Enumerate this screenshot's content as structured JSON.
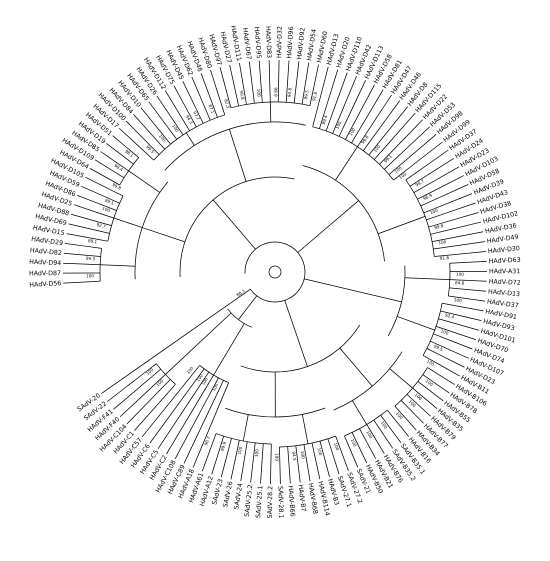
{
  "tree": {
    "leaves": [
      "HAdV-D56",
      "HAdV-D87",
      "HAdV-D94",
      "HAdV-D82",
      "HAdV-D29",
      "HAdV-D15",
      "HAdV-D69",
      "HAdV-D88",
      "HAdV-D25",
      "HAdV-D86",
      "HAdV-D59",
      "HAdV-D105",
      "HAdV-D64",
      "HAdV-D109",
      "HAdV-D85",
      "HAdV-D19",
      "HAdV-D51",
      "HAdV-D17",
      "HAdV-D100",
      "HAdV-D84",
      "HAdV-D10",
      "HAdV-D65",
      "HAdV-D26",
      "HAdV-D112",
      "HAdV-D75",
      "HAdV-D45",
      "HAdV-D62",
      "HAdV-D48",
      "HAdV-D80",
      "HAdV-D97",
      "HAdV-D27",
      "HAdV-D111",
      "HAdV-D67",
      "HAdV-D95",
      "HAdV-D83",
      "HAdV-D32",
      "HAdV-D96",
      "HAdV-D92",
      "HAdV-D54",
      "HAdV-D60",
      "HAdV-D13",
      "HAdV-D20",
      "HAdV-D110",
      "HAdV-D42",
      "HAdV-D113",
      "HAdV-D58",
      "HAdV-D81",
      "HAdV-D47",
      "HAdV-D46",
      "HAdV-D8",
      "HAdV-D115",
      "HAdV-D22",
      "HAdV-D53",
      "HAdV-D98",
      "HAdV-D99",
      "HAdV-D37",
      "HAdV-D24",
      "HAdV-D23",
      "HAdV-D103",
      "HAdV-D58",
      "HAdV-D39",
      "HAdV-D43",
      "HAdV-D38",
      "HAdV-D102",
      "HAdV-D36",
      "HAdV-D49",
      "HAdV-D30",
      "HAdV-D63",
      "HAdV-A31",
      "HAdV-D72",
      "HAdV-D13",
      "HAdV-D37",
      "HAdV-D91",
      "HAdV-D93",
      "HAdV-D101",
      "HAdV-D70",
      "HAdV-D74",
      "HAdV-D107",
      "HAdV-D23",
      "HAdV-B11",
      "HAdV-B106",
      "HAdV-B78",
      "HAdV-B55",
      "HAdV-B35",
      "HAdV-B79",
      "HAdV-B77",
      "HAdV-B34",
      "HAdV-B16",
      "SAdV-B35.1",
      "SAdV-B35.2",
      "HAdV-B76",
      "HAdV-B21",
      "HAdV-B50",
      "SAdV-21",
      "SAdV-27.2",
      "SAdV-27.1",
      "HAdV-B3",
      "HAdV-B114",
      "HAdV-B68",
      "HAdV-B7",
      "HAdV-B66",
      "SAdV-28.1",
      "SAdV-28.2",
      "SAdV-25.1",
      "SAdV-25.2",
      "SAdV-24",
      "SAdV-26",
      "SAdV-23",
      "HAdV-A12",
      "HAdV-A61",
      "HAdV-A18",
      "HAdV-C89",
      "HAdV-C108",
      "HAdV-C2",
      "HAdV-C5",
      "HAdV-C6",
      "HAdV-C57",
      "HAdV-C1",
      "HAdV-C104",
      "HAdV-F40",
      "HAdV-F41",
      "SAdV-22",
      "SAdV-20"
    ],
    "support_values": [
      "100",
      "99.3",
      "89.1",
      "92.7",
      "100",
      "99.1",
      "99.8",
      "98.4",
      "98.1",
      "99.5",
      "100",
      "100",
      "94.3",
      "97.7",
      "87.1",
      "82.3",
      "99.8",
      "100",
      "99.9",
      "94.8",
      "99.5",
      "91.8",
      "99.4",
      "100",
      "100",
      "99.8",
      "100",
      "99.1",
      "100",
      "100",
      "98.7",
      "96.9",
      "100",
      "99.9",
      "100",
      "91.6",
      "100",
      "84.8",
      "100",
      "92.4",
      "100",
      "99.5",
      "100",
      "100",
      "100",
      "100",
      "100",
      "100",
      "100",
      "100",
      "100",
      "100",
      "100",
      "94.5",
      "100",
      "100",
      "100",
      "99.9",
      "90.7",
      "100",
      "100",
      "100",
      "100",
      "100",
      "100",
      "88.1"
    ]
  }
}
